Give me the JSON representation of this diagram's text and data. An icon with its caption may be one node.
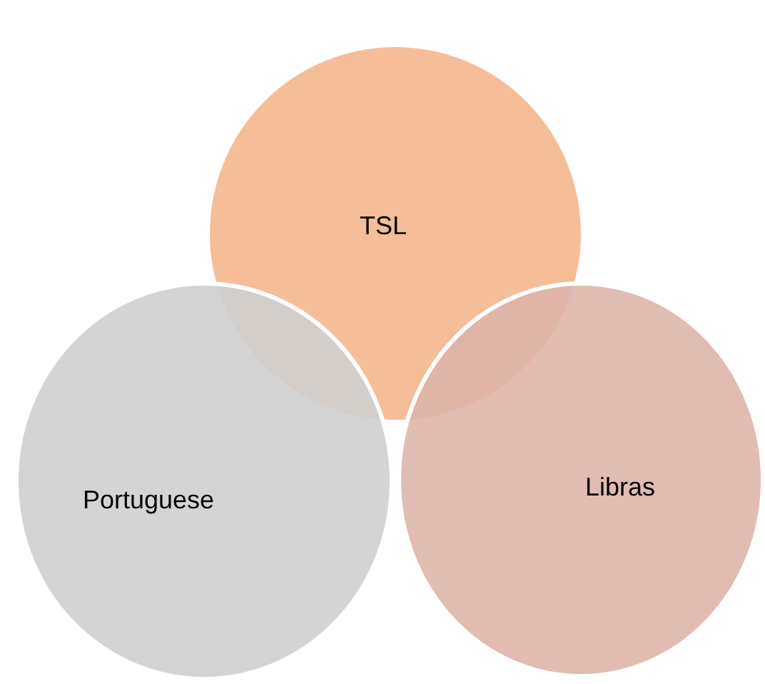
{
  "diagram": {
    "nodes": [
      {
        "text": [
          "TSL"
        ]
      },
      {
        "text": [
          "Portuguese"
        ]
      },
      {
        "text": [
          "Libras"
        ]
      }
    ]
  }
}
